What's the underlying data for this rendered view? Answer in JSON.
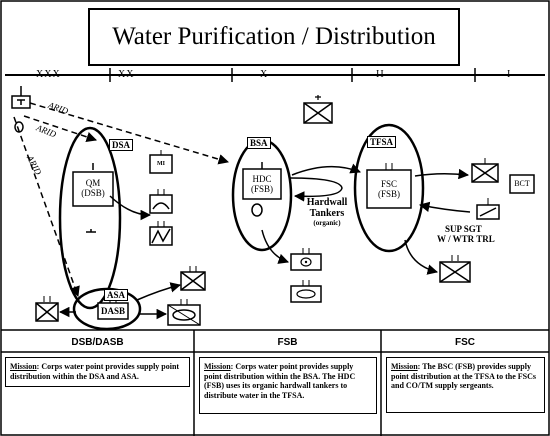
{
  "title": "Water Purification / Distribution",
  "echelons": [
    "XXX",
    "XX",
    "X",
    "II",
    "I"
  ],
  "route_label": "ARID",
  "areas": {
    "dsa": "DSA",
    "asa": "ASA",
    "bsa": "BSA",
    "tfsa": "TFSA"
  },
  "units": {
    "qm_line1": "QM",
    "qm_line2": "(DSB)",
    "dasb": "DASB",
    "hdc_line1": "HDC",
    "hdc_line2": "(FSB)",
    "fsc_line1": "FSC",
    "fsc_line2": "(FSB)",
    "mi": "MI",
    "bct": "BCT"
  },
  "annotations": {
    "hardwall_line1": "Hardwall",
    "hardwall_line2": "Tankers",
    "hardwall_line3": "(organic)",
    "sup_line1": "SUP  SGT",
    "sup_line2": "W / WTR TRL"
  },
  "columns": [
    {
      "header": "DSB/DASB",
      "mission_label": "Mission",
      "mission_text": ":  Corps water point provides supply point distribution within the DSA and ASA."
    },
    {
      "header": "FSB",
      "mission_label": "Mission",
      "mission_text": ":  Corps water point provides supply point distribution within the BSA.  The HDC (FSB) uses its organic hardwall tankers to distribute water in the TFSA."
    },
    {
      "header": "FSC",
      "mission_label": "Mission",
      "mission_text": ":  The BSC (FSB)  provides supply point distribution at the TFSA to the FSCs and CO/TM supply sergeants."
    }
  ]
}
